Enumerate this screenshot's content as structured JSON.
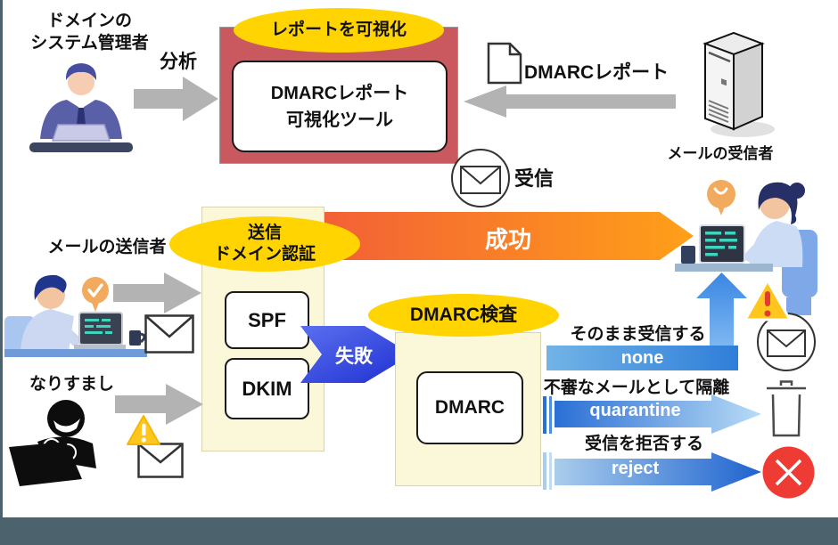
{
  "colors": {
    "frame": "#4c636d",
    "red_box": "#c9595f",
    "badge_yellow": "#ffd400",
    "cream_panel": "#fbf8da",
    "gray_arrow": "#b3b3b3",
    "success_gradient_left": "#f25c38",
    "success_gradient_right": "#ffa018",
    "fail_blue_dark": "#1e2fd0",
    "policy_blue_dark": "#2a6fd6",
    "policy_blue_light": "#b9dcf5",
    "reject_circle_red": "#ee3b33",
    "warning_yellow": "#ffc61e"
  },
  "top": {
    "admin_label": "ドメインの\nシステム管理者",
    "analyze_label": "分析",
    "visualize_badge": "レポートを可視化",
    "tool_box": "DMARCレポート\n可視化ツール",
    "report_label": "DMARCレポート",
    "receiver_label": "メールの受信者",
    "receive_label": "受信"
  },
  "flow": {
    "success_label": "成功",
    "fail_label": "失敗",
    "auth_badge": "送信\nドメイン認証",
    "spf_box": "SPF",
    "dkim_box": "DKIM",
    "dmarc_badge": "DMARC検査",
    "dmarc_box": "DMARC"
  },
  "left": {
    "sender_label": "メールの送信者",
    "spoof_label": "なりすまし"
  },
  "outcomes": {
    "rows": [
      {
        "desc": "そのまま受信する",
        "policy": "none"
      },
      {
        "desc": "不審なメールとして隔離",
        "policy": "quarantine"
      },
      {
        "desc": "受信を拒否する",
        "policy": "reject"
      }
    ]
  },
  "icons": [
    "admin-person-icon",
    "check-balloon-icon",
    "sender-person-icon",
    "hacker-icon",
    "recipient-person-icon",
    "server-icon",
    "document-icon",
    "envelope-icon",
    "receive-circle-icon",
    "warning-triangle-icon",
    "trash-icon",
    "reject-x-icon",
    "up-arrow-icon",
    "gray-arrow-icon"
  ]
}
